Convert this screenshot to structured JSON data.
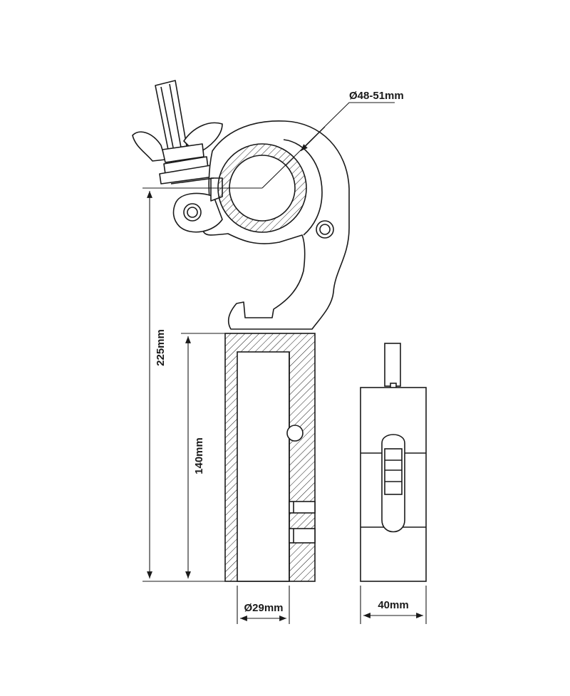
{
  "dimensions": {
    "pipe_diameter": "Ø48-51mm",
    "total_height": "225mm",
    "spigot_height": "140mm",
    "spigot_diameter": "Ø29mm",
    "side_width": "40mm"
  },
  "colors": {
    "line": "#1a1a1a",
    "hatch": "#1a1a1a",
    "background": "#ffffff"
  }
}
